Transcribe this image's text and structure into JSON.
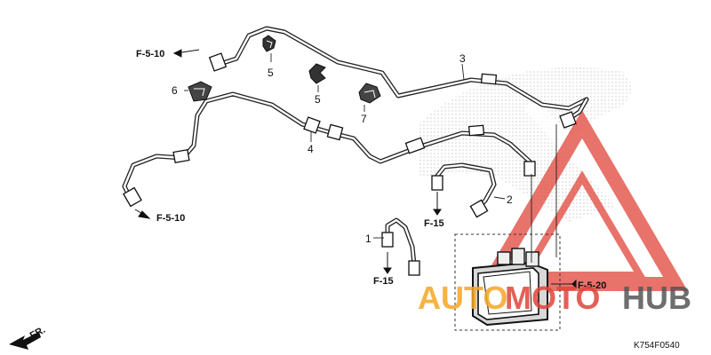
{
  "diagram": {
    "refs": {
      "top_left": "F-5-10",
      "bottom_left": "F-5-10",
      "mid": "F-15",
      "lower": "F-15",
      "right": "F-5-20"
    },
    "callouts": {
      "c1": "1",
      "c2": "2",
      "c3": "3",
      "c4": "4",
      "c5a": "5",
      "c5b": "5",
      "c6": "6",
      "c7": "7"
    },
    "front_marker": "FR.",
    "part_code": "K754F0540",
    "watermark": {
      "part1": "AUTO",
      "part2": "MOTO",
      "part3": "HUB",
      "color_orange": "#f5a623",
      "color_red": "#e0453a",
      "color_gray": "#555555"
    }
  }
}
